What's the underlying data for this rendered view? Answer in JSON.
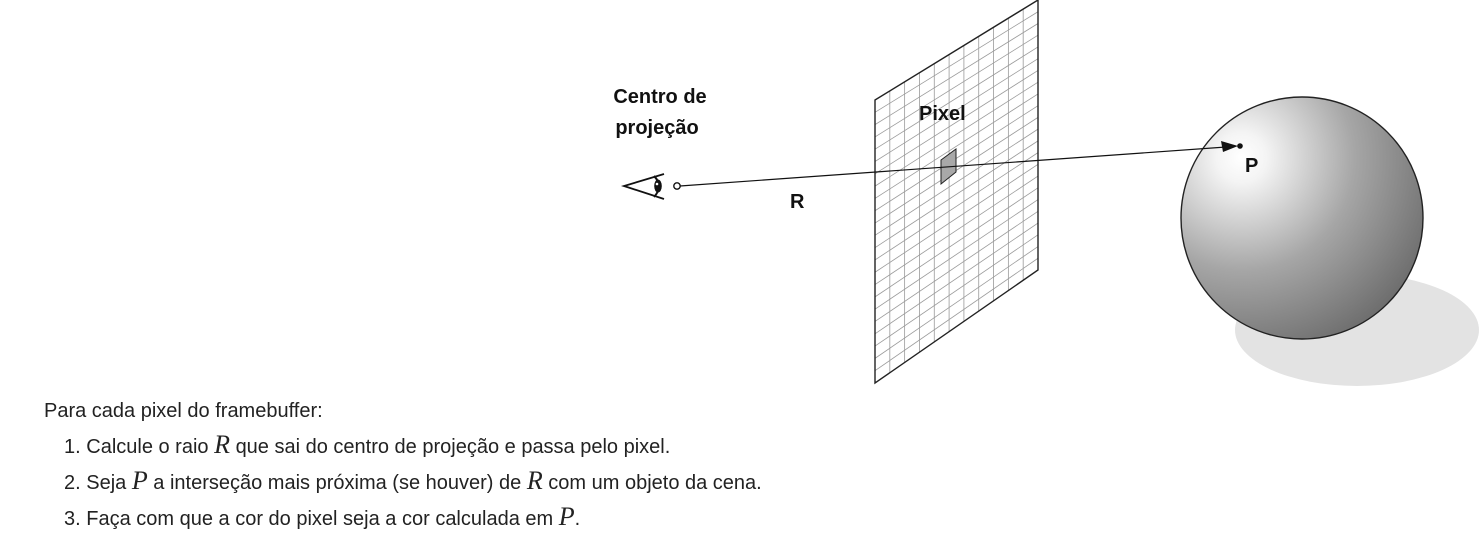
{
  "diagram": {
    "center_label_line1": "Centro de",
    "center_label_line2": "projeção",
    "pixel_label": "Pixel",
    "ray_label": "R",
    "point_label": "P"
  },
  "text": {
    "intro": "Para cada pixel do framebuffer:",
    "steps": [
      {
        "num": "1.",
        "pre": "Calcule o raio",
        "var": "R",
        "post": "que sai do centro de projeção e passa pelo pixel."
      },
      {
        "num": "2.",
        "pre": "Seja",
        "var": "P",
        "mid": "a interseção mais próxima (se houver) de",
        "var2": "R",
        "post": "com um objeto da cena."
      },
      {
        "num": "3.",
        "pre": "Faça com que a cor do pixel seja a cor calculada em",
        "var": "P",
        "post": "."
      }
    ]
  },
  "colors": {
    "sphere_highlight": "#ffffff",
    "sphere_shadow": "#7a7a7a",
    "ground_shadow": "#e3e3e3",
    "pixel_fill": "#a8a8a8",
    "grid_line": "#9a9a9a"
  }
}
